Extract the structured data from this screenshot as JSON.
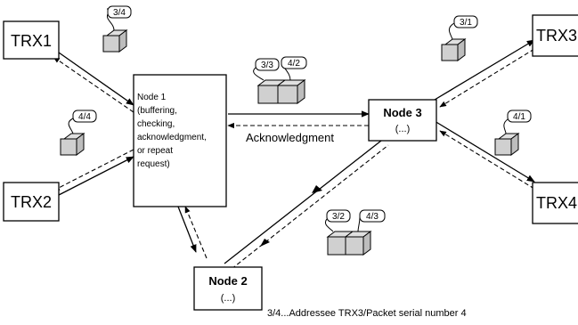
{
  "transceivers": {
    "trx1": "TRX1",
    "trx2": "TRX2",
    "trx3": "TRX3",
    "trx4": "TRX4"
  },
  "node1": {
    "title": "Node 1",
    "lines": [
      "(buffering,",
      "checking,",
      "acknowledgment,",
      "or repeat",
      "request)"
    ]
  },
  "node2": {
    "title": "Node 2",
    "subtitle": "(...)"
  },
  "node3": {
    "title": "Node 3",
    "subtitle": "(...)"
  },
  "packets": {
    "p34": "3/4",
    "p44": "4/4",
    "p33": "3/3",
    "p42": "4/2",
    "p31": "3/1",
    "p41": "4/1",
    "p32": "3/2",
    "p43": "4/3"
  },
  "acknowledgment_label": "Acknowledgment",
  "legend": "3/4...Addressee TRX3/Packet serial number 4"
}
